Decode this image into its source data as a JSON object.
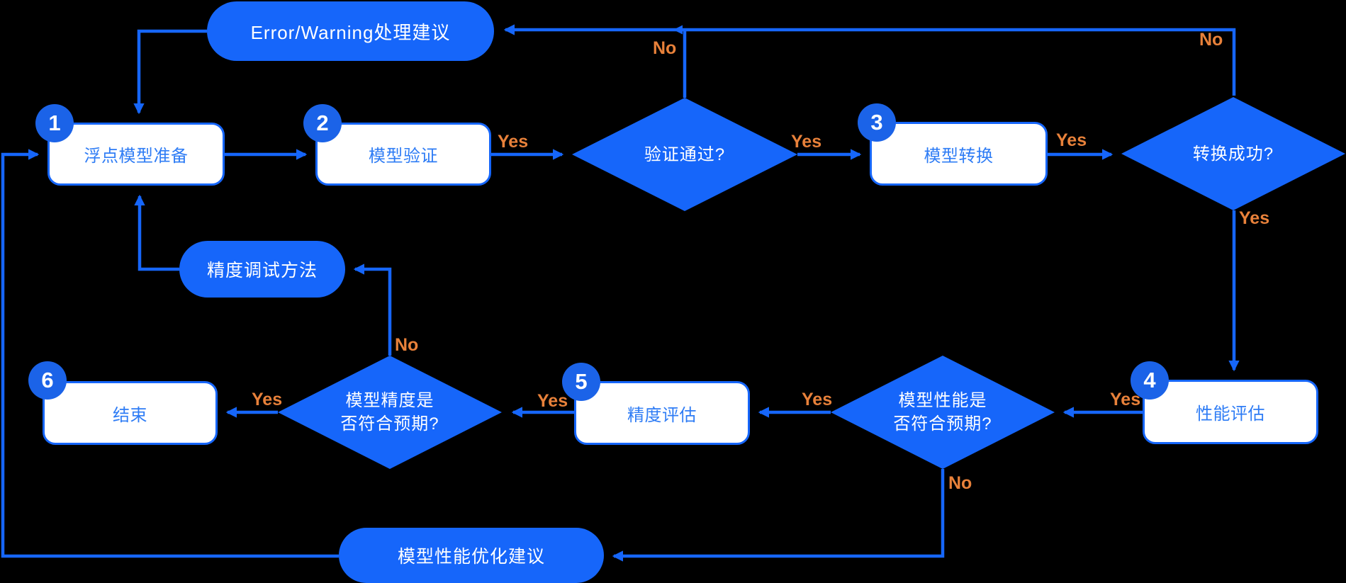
{
  "colors": {
    "bg": "#000000",
    "blue": "#1666fa",
    "badge": "#1b63e8",
    "boxText": "#2e7cf5",
    "orange": "#e8813a",
    "white": "#ffffff"
  },
  "steps": [
    {
      "num": "1",
      "label": "浮点模型准备"
    },
    {
      "num": "2",
      "label": "模型验证"
    },
    {
      "num": "3",
      "label": "模型转换"
    },
    {
      "num": "4",
      "label": "性能评估"
    },
    {
      "num": "5",
      "label": "精度评估"
    },
    {
      "num": "6",
      "label": "结束"
    }
  ],
  "decisions": [
    {
      "label": "验证通过?"
    },
    {
      "label": "转换成功?"
    },
    {
      "line1": "模型性能是",
      "line2": "否符合预期?"
    },
    {
      "line1": "模型精度是",
      "line2": "否符合预期?"
    }
  ],
  "callouts": [
    {
      "label": "Error/Warning处理建议"
    },
    {
      "label": "精度调试方法"
    },
    {
      "label": "模型性能优化建议"
    }
  ],
  "edge_labels": {
    "yes": "Yes",
    "no": "No"
  }
}
